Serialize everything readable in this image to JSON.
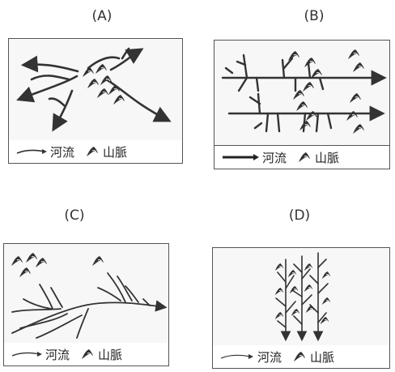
{
  "panels": [
    {
      "label": "(A)",
      "legend": {
        "river": "河流",
        "mountain": "山脈"
      }
    },
    {
      "label": "(B)",
      "legend": {
        "river": "河流",
        "mountain": "山脈"
      }
    },
    {
      "label": "(C)",
      "legend": {
        "river": "河流",
        "mountain": "山脈"
      }
    },
    {
      "label": "(D)",
      "legend": {
        "river": "河流",
        "mountain": "山脈"
      }
    }
  ],
  "icons": {
    "river": "river-arrow-icon",
    "mountain": "mountain-icon"
  },
  "colors": {
    "line": "#333333",
    "frame": "#555555"
  }
}
